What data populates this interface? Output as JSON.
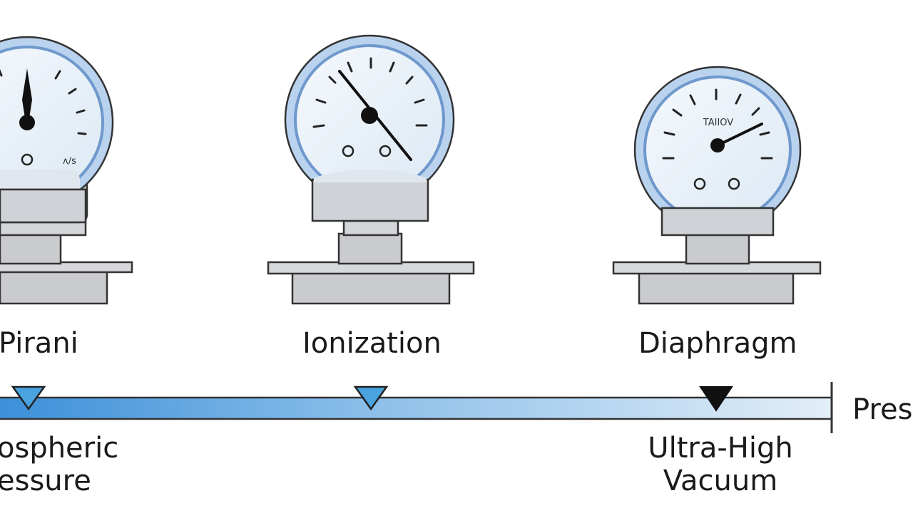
{
  "gauges": [
    {
      "name": "Pirani",
      "dial_text": ""
    },
    {
      "name": "Ionization",
      "dial_text": ""
    },
    {
      "name": "Diaphragm",
      "dial_text": "TAIIOV"
    }
  ],
  "scale": {
    "axis_label": "Pres",
    "left_label_line1": "ospheric",
    "left_label_line2": "essure",
    "right_label_line1": "Ultra-High",
    "right_label_line2": "Vacuum",
    "markers": [
      {
        "gauge": "Pirani",
        "color": "#4aa3df"
      },
      {
        "gauge": "Ionization",
        "color": "#4aa3df"
      },
      {
        "gauge": "Diaphragm",
        "color": "#111111"
      }
    ]
  },
  "colors": {
    "dial_face": "#e9f1f8",
    "dial_ring": "#7fa8d8",
    "body": "#cfd2d6",
    "bar_start": "#3b8fd9",
    "bar_end": "#e3eef8"
  }
}
